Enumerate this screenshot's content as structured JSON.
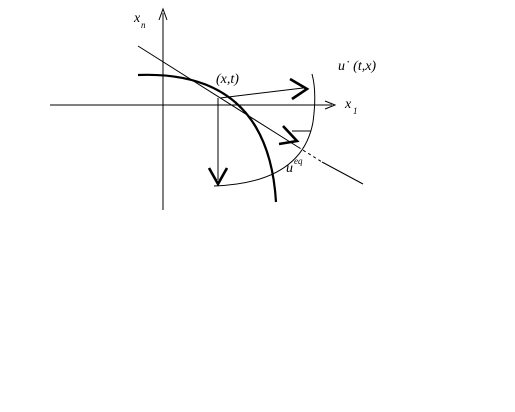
{
  "labels": {
    "y_axis": {
      "main": "x",
      "sub": "n"
    },
    "x_axis": {
      "main": "x",
      "sub": "1"
    },
    "point": "(x,t)",
    "control": "u˙ (t,x)",
    "equivalent": {
      "main": "u",
      "sup": "eq"
    }
  },
  "colors": {
    "ink": "#000000",
    "background": "#ffffff"
  }
}
